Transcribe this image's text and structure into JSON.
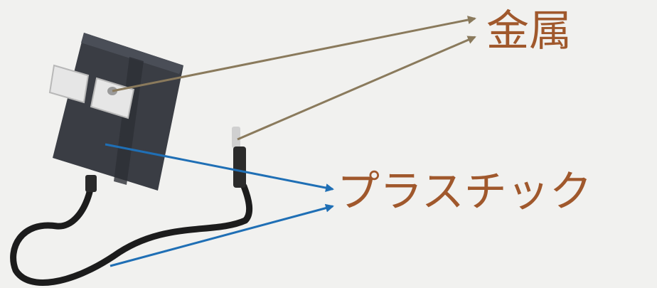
{
  "labels": {
    "metal": "金属",
    "plastic": "プラスチック"
  },
  "colors": {
    "background": "#f1f1ef",
    "label_text": "#a0582c",
    "metal_arrow": "#8a7a5c",
    "plastic_arrow": "#1f6fb5",
    "adapter_body": "#3a3d44",
    "cable": "#1c1c1c",
    "prong": "#e6e6e6"
  },
  "icons": {
    "device": "ac-adapter-illustration"
  }
}
